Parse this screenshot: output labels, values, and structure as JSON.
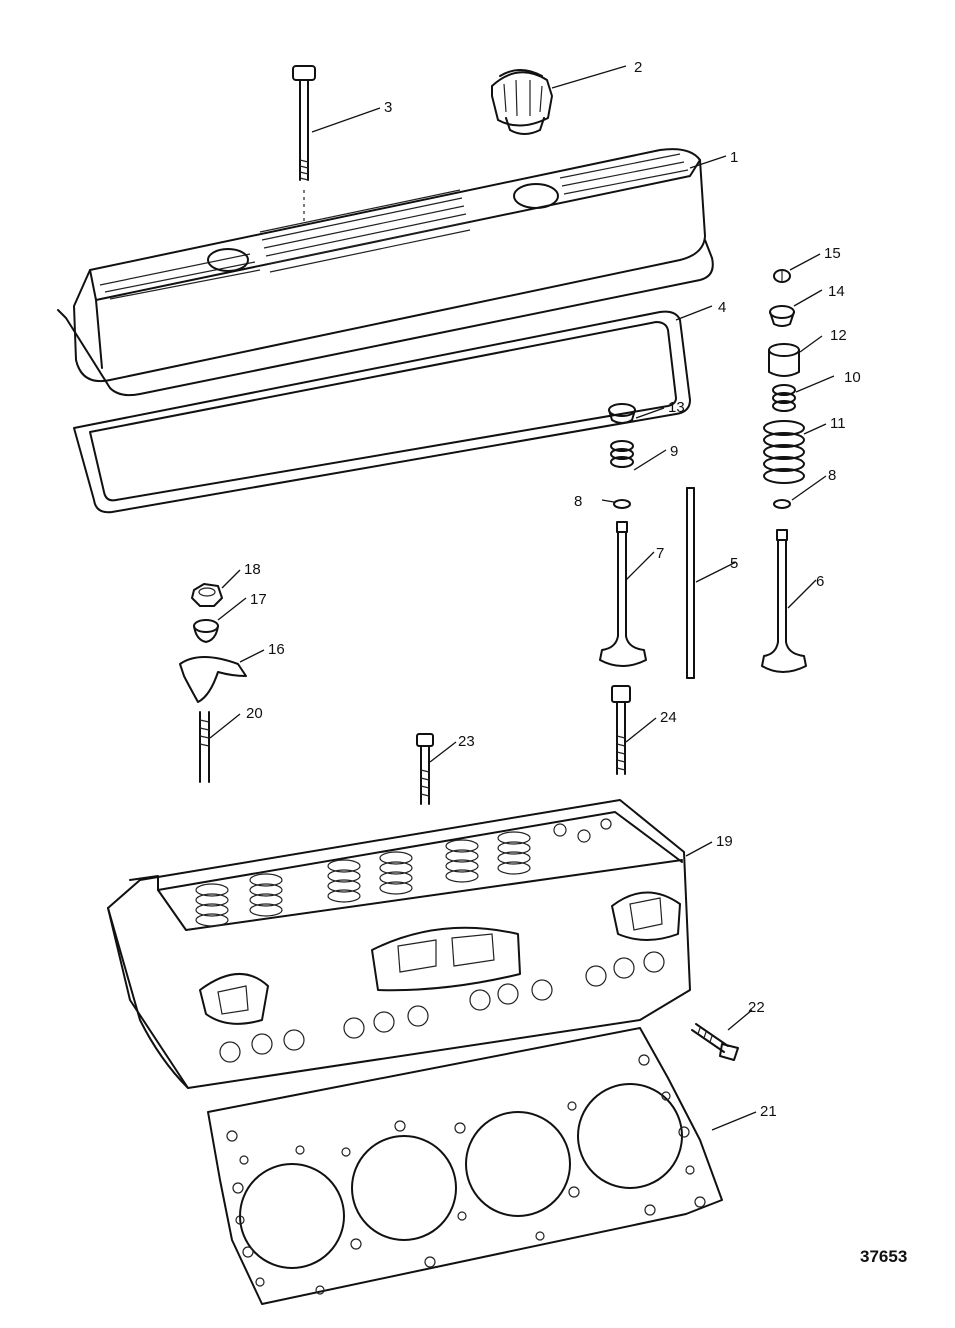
{
  "figure_number": "37653",
  "callouts": [
    {
      "id": "1",
      "label": "1"
    },
    {
      "id": "2",
      "label": "2"
    },
    {
      "id": "3",
      "label": "3"
    },
    {
      "id": "4",
      "label": "4"
    },
    {
      "id": "5",
      "label": "5"
    },
    {
      "id": "6",
      "label": "6"
    },
    {
      "id": "7",
      "label": "7"
    },
    {
      "id": "8a",
      "label": "8"
    },
    {
      "id": "8b",
      "label": "8"
    },
    {
      "id": "9",
      "label": "9"
    },
    {
      "id": "10",
      "label": "10"
    },
    {
      "id": "11",
      "label": "11"
    },
    {
      "id": "12",
      "label": "12"
    },
    {
      "id": "13",
      "label": "13"
    },
    {
      "id": "14",
      "label": "14"
    },
    {
      "id": "15",
      "label": "15"
    },
    {
      "id": "16",
      "label": "16"
    },
    {
      "id": "17",
      "label": "17"
    },
    {
      "id": "18",
      "label": "18"
    },
    {
      "id": "19",
      "label": "19"
    },
    {
      "id": "20",
      "label": "20"
    },
    {
      "id": "21",
      "label": "21"
    },
    {
      "id": "22",
      "label": "22"
    },
    {
      "id": "23",
      "label": "23"
    },
    {
      "id": "24",
      "label": "24"
    }
  ]
}
